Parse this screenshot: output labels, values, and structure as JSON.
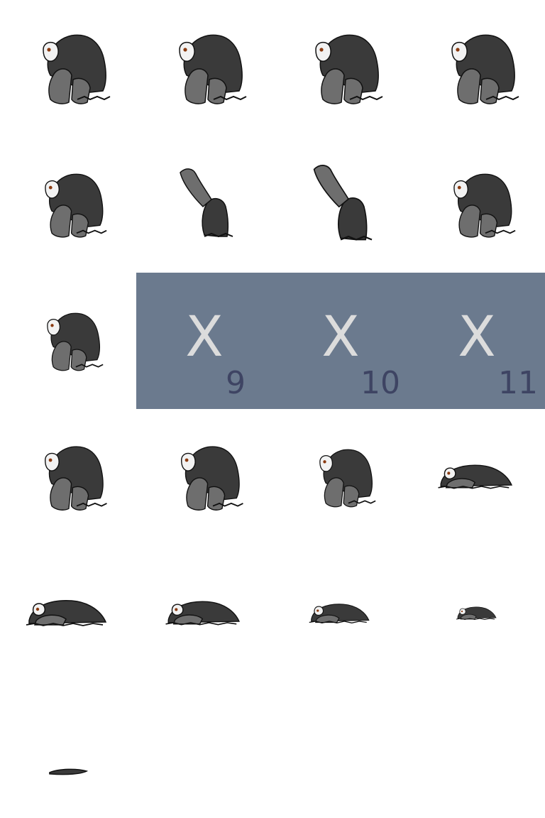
{
  "spritesheet": {
    "frames": [
      {
        "index": 0,
        "pose": "hunched-stand",
        "icon": "gorilla-sprite-icon"
      },
      {
        "index": 1,
        "pose": "hunched-stand",
        "icon": "gorilla-sprite-icon"
      },
      {
        "index": 2,
        "pose": "hunched-stand",
        "icon": "gorilla-sprite-icon"
      },
      {
        "index": 3,
        "pose": "crouch-fists-down",
        "icon": "gorilla-sprite-icon"
      },
      {
        "index": 4,
        "pose": "wind-up",
        "icon": "gorilla-sprite-icon"
      },
      {
        "index": 5,
        "pose": "arms-raised",
        "icon": "gorilla-sprite-icon"
      },
      {
        "index": 6,
        "pose": "arms-raised-high",
        "icon": "gorilla-sprite-icon"
      },
      {
        "index": 7,
        "pose": "arms-forward",
        "icon": "gorilla-sprite-icon"
      },
      {
        "index": 8,
        "pose": "slam",
        "icon": "gorilla-sprite-icon"
      },
      {
        "index": 12,
        "pose": "hunched-stand",
        "icon": "gorilla-sprite-icon"
      },
      {
        "index": 13,
        "pose": "hunched-stand",
        "icon": "gorilla-sprite-icon"
      },
      {
        "index": 14,
        "pose": "crouch-low",
        "icon": "gorilla-sprite-icon"
      },
      {
        "index": 15,
        "pose": "collapse",
        "icon": "gorilla-sprite-icon"
      },
      {
        "index": 16,
        "pose": "lying",
        "icon": "gorilla-sprite-icon"
      },
      {
        "index": 17,
        "pose": "lying",
        "icon": "gorilla-sprite-icon"
      },
      {
        "index": 18,
        "pose": "shrinking",
        "icon": "gorilla-sprite-icon"
      },
      {
        "index": 19,
        "pose": "shrinking",
        "icon": "gorilla-sprite-icon"
      },
      {
        "index": 20,
        "pose": "puddle",
        "icon": "gorilla-sprite-icon"
      }
    ],
    "empty_slots": [
      {
        "mark": "X",
        "number": "9"
      },
      {
        "mark": "X",
        "number": "10"
      },
      {
        "mark": "X",
        "number": "11"
      }
    ],
    "colors": {
      "background": "#ffffff",
      "empty_slot": "#6b7a8e",
      "empty_mark": "#dcdcdc",
      "empty_number": "#3e4463",
      "fur_dark": "#3a3a3a",
      "fur_light": "#6e6e6e",
      "face": "#f2f2f2",
      "eye": "#8a3a10"
    }
  }
}
